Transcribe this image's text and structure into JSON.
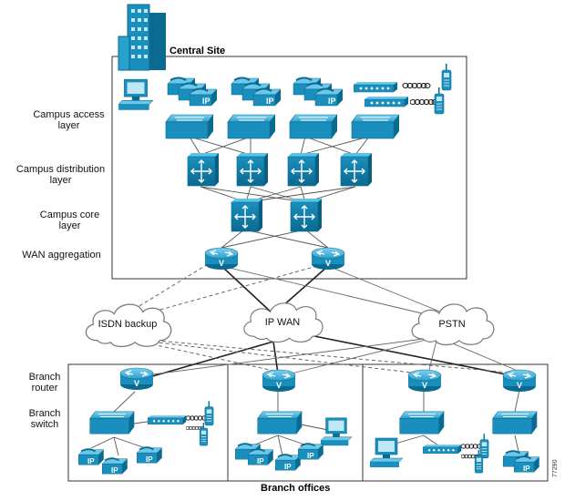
{
  "titles": {
    "central_site": "Central Site",
    "branch_offices": "Branch offices"
  },
  "layers": {
    "campus_access": [
      "Campus access",
      "layer"
    ],
    "campus_distribution": [
      "Campus distribution",
      "layer"
    ],
    "campus_core": [
      "Campus core",
      "layer"
    ],
    "wan_aggregation": "WAN aggregation",
    "branch_router": [
      "Branch",
      "router"
    ],
    "branch_switch": [
      "Branch",
      "switch"
    ]
  },
  "clouds": {
    "isdn": "ISDN backup",
    "ipwan": "IP WAN",
    "pstn": "PSTN"
  },
  "phone_label": "IP",
  "router_label": "V",
  "figure_number": "77290",
  "colors": {
    "device_blue": "#1f97c4",
    "device_dark": "#0c6f94",
    "line": "#555555",
    "box": "#333333"
  }
}
